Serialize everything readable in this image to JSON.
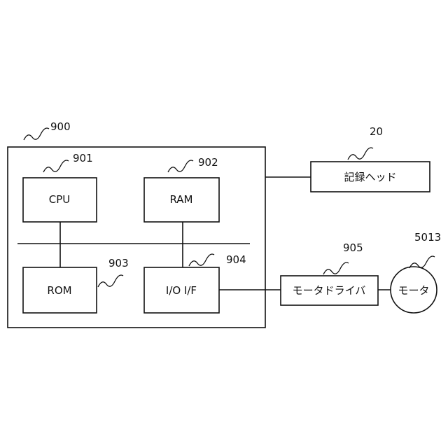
{
  "controller": {
    "ref": "900"
  },
  "cpu": {
    "label": "CPU",
    "ref": "901"
  },
  "ram": {
    "label": "RAM",
    "ref": "902"
  },
  "rom": {
    "label": "ROM",
    "ref": "903"
  },
  "io": {
    "label": "I/O I/F",
    "ref": "904"
  },
  "head": {
    "label": "記録ヘッド",
    "ref": "20"
  },
  "driver": {
    "label": "モータドライバ",
    "ref": "905"
  },
  "motor": {
    "label": "モータ",
    "ref": "5013"
  }
}
